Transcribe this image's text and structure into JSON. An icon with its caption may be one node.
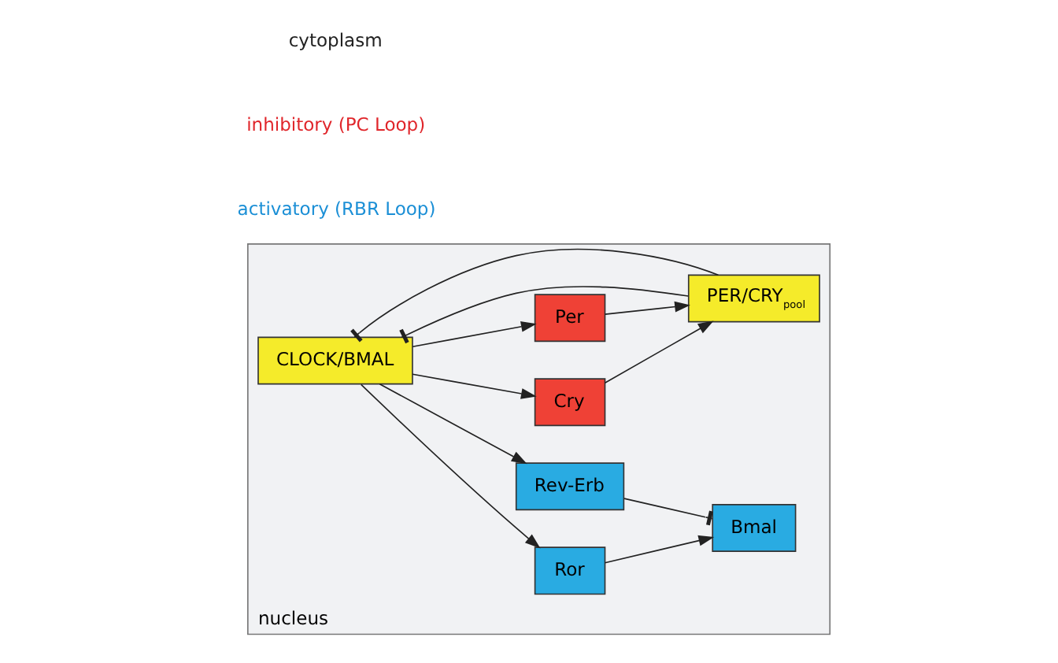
{
  "diagram": {
    "nodes": [
      {
        "text": [
          "nucleus"
        ]
      },
      {
        "text": [
          "Ror"
        ],
        "in": 0
      },
      {
        "text": [
          "Rev-Erb"
        ],
        "in": 0
      },
      {
        "text": [
          "Bmal"
        ],
        "in": 0
      },
      {
        "text": [
          "CLOCK/BMAL"
        ],
        "in": 0
      },
      {
        "text": [
          "PER/CRY$_{pool}$"
        ],
        "in": 0
      },
      {
        "text": [
          "Cry"
        ],
        "in": 0
      },
      {
        "text": [
          "Per"
        ],
        "in": 0
      }
    ],
    "edges": [
      {
        "from": 4,
        "to": 1,
        "arrow": "to"
      },
      {
        "from": 4,
        "to": 2,
        "arrow": "to"
      },
      {
        "from": 1,
        "to": 3,
        "arrow": "to"
      },
      {
        "from": 2,
        "to": 3,
        "arrow": "other"
      },
      {
        "from": 4,
        "to": 6,
        "arrow": "to"
      },
      {
        "from": 4,
        "to": 7,
        "arrow": "to"
      },
      {
        "from": 6,
        "to": 5,
        "arrow": "to"
      },
      {
        "from": 7,
        "to": 5,
        "arrow": "to"
      },
      {
        "from": 5,
        "to": 4,
        "arrow": "other"
      },
      {
        "from": 5,
        "to": 4,
        "arrow": "other"
      }
    ],
    "labels": [
      "activatory (RBR Loop)",
      "inhibitory (PC Loop)",
      "cytoplasm"
    ]
  }
}
